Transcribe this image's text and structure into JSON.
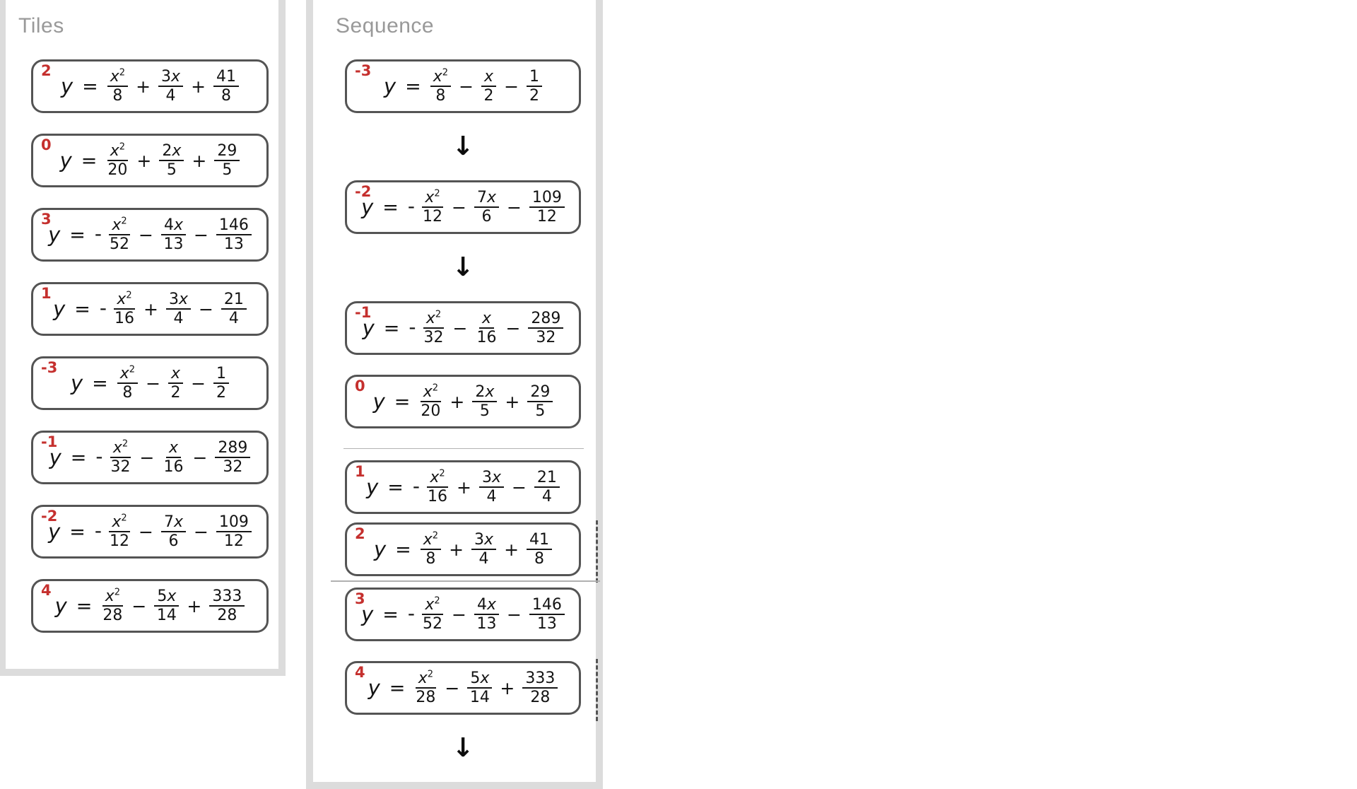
{
  "tiles_panel": {
    "title": "Tiles"
  },
  "sequence_panel": {
    "title": "Sequence"
  },
  "icons": {
    "arrow_down": "↓"
  },
  "colors": {
    "badge_red": "#c5302e",
    "tile_border": "#545454",
    "panel_border": "#dcdcdc",
    "title_gray": "#999999",
    "divider_gray": "#b3b3b3",
    "drop_indicator_gray": "#555555"
  },
  "equations": {
    "-3": {
      "badge": "-3",
      "lhs": "y",
      "lead": "",
      "terms": [
        {
          "n": "x^2",
          "d": "8"
        },
        {
          "n": "x",
          "d": "2"
        },
        {
          "n": "1",
          "d": "2"
        }
      ],
      "signs": [
        "−",
        "−"
      ]
    },
    "-2": {
      "badge": "-2",
      "lhs": "y",
      "lead": "-",
      "terms": [
        {
          "n": "x^2",
          "d": "12"
        },
        {
          "n": "7x",
          "d": "6"
        },
        {
          "n": "109",
          "d": "12"
        }
      ],
      "signs": [
        "−",
        "−"
      ]
    },
    "-1": {
      "badge": "-1",
      "lhs": "y",
      "lead": "-",
      "terms": [
        {
          "n": "x^2",
          "d": "32"
        },
        {
          "n": "x",
          "d": "16"
        },
        {
          "n": "289",
          "d": "32"
        }
      ],
      "signs": [
        "−",
        "−"
      ]
    },
    "0": {
      "badge": "0",
      "lhs": "y",
      "lead": "",
      "terms": [
        {
          "n": "x^2",
          "d": "20"
        },
        {
          "n": "2x",
          "d": "5"
        },
        {
          "n": "29",
          "d": "5"
        }
      ],
      "signs": [
        "+",
        "+"
      ]
    },
    "1": {
      "badge": "1",
      "lhs": "y",
      "lead": "-",
      "terms": [
        {
          "n": "x^2",
          "d": "16"
        },
        {
          "n": "3x",
          "d": "4"
        },
        {
          "n": "21",
          "d": "4"
        }
      ],
      "signs": [
        "+",
        "−"
      ]
    },
    "2": {
      "badge": "2",
      "lhs": "y",
      "lead": "",
      "terms": [
        {
          "n": "x^2",
          "d": "8"
        },
        {
          "n": "3x",
          "d": "4"
        },
        {
          "n": "41",
          "d": "8"
        }
      ],
      "signs": [
        "+",
        "+"
      ]
    },
    "3": {
      "badge": "3",
      "lhs": "y",
      "lead": "-",
      "terms": [
        {
          "n": "x^2",
          "d": "52"
        },
        {
          "n": "4x",
          "d": "13"
        },
        {
          "n": "146",
          "d": "13"
        }
      ],
      "signs": [
        "−",
        "−"
      ]
    },
    "4": {
      "badge": "4",
      "lhs": "y",
      "lead": "",
      "terms": [
        {
          "n": "x^2",
          "d": "28"
        },
        {
          "n": "5x",
          "d": "14"
        },
        {
          "n": "333",
          "d": "28"
        }
      ],
      "signs": [
        "−",
        "+"
      ]
    }
  },
  "tiles_order": [
    "2",
    "0",
    "3",
    "1",
    "-3",
    "-1",
    "-2",
    "4"
  ],
  "sequence_items": [
    {
      "type": "tile",
      "id": "-3"
    },
    {
      "type": "arrow"
    },
    {
      "type": "tile",
      "id": "-2"
    },
    {
      "type": "arrow"
    },
    {
      "type": "tile",
      "id": "-1"
    },
    {
      "type": "tile",
      "id": "0"
    },
    {
      "type": "divider"
    },
    {
      "type": "tile",
      "id": "1"
    },
    {
      "type": "tile",
      "id": "2",
      "drop_indicator_right": true,
      "separator_below": true
    },
    {
      "type": "tile",
      "id": "3"
    },
    {
      "type": "tile",
      "id": "4",
      "drop_indicator_right": true
    },
    {
      "type": "arrow"
    }
  ]
}
